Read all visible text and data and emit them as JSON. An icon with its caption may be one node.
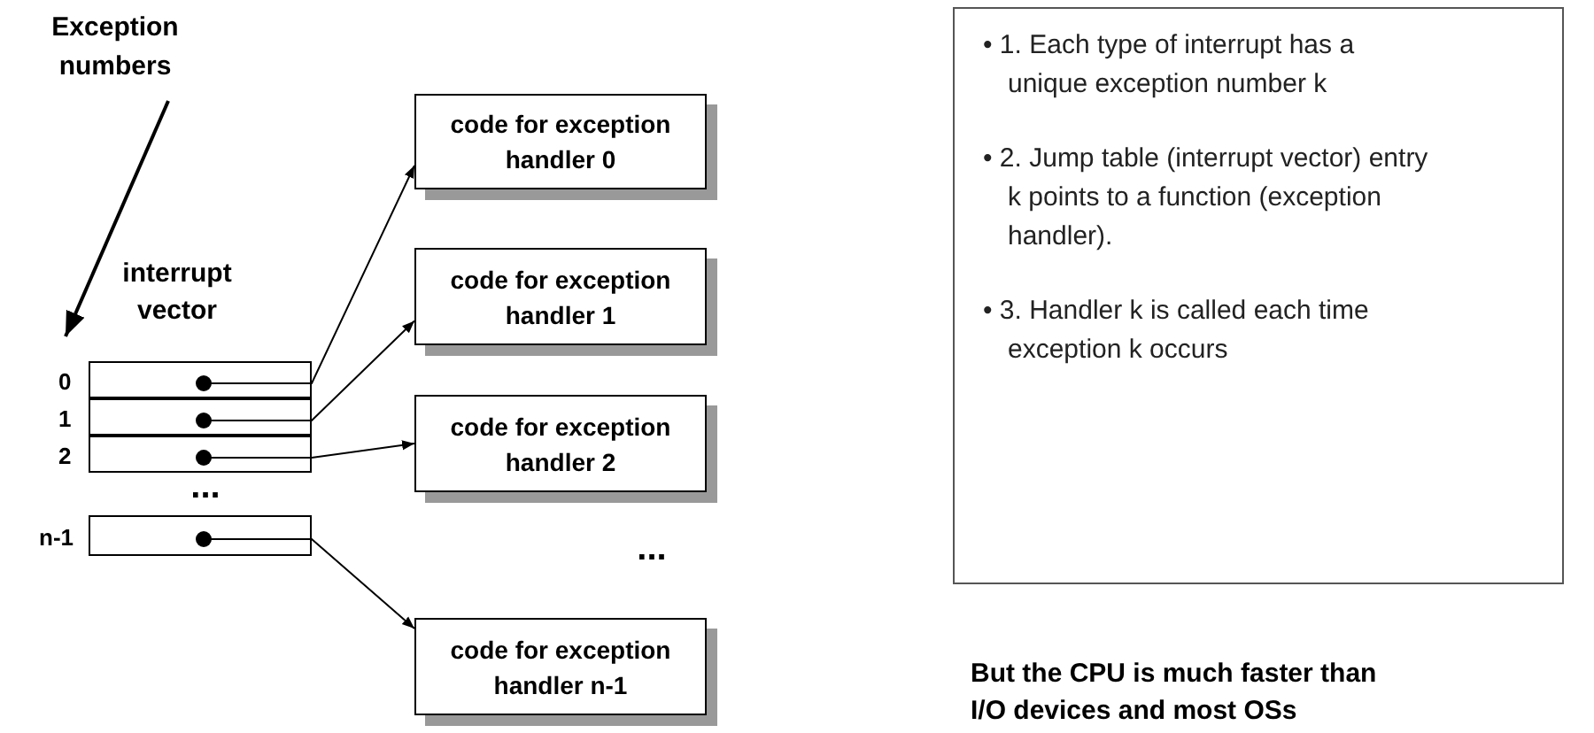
{
  "diagram": {
    "nodes": [
      {
        "text": [
          "Exception numbers"
        ]
      },
      {
        "text": [],
        "shape": "box",
        "beside": [
          "0"
        ]
      },
      {
        "text": [],
        "shape": "box",
        "beside": [
          "1"
        ]
      },
      {
        "text": [],
        "shape": "box",
        "beside": [
          "2"
        ]
      },
      {
        "text": [],
        "shape": "box",
        "beside": [
          "n-1"
        ]
      },
      {
        "text": [
          "code for exception handler 0"
        ]
      },
      {
        "text": [
          "code for exception handler 1"
        ]
      },
      {
        "text": [
          "code for exception handler 2"
        ]
      },
      {
        "text": [
          "code for exception handler n-1"
        ]
      },
      {
        "text": [
          "• 1. Each type of interrupt has a unique exception number k",
          "• 2. Jump table (interrupt vector) entry k points to a function (exception handler).",
          "• 3. Handler k is called each time exception k occurs"
        ]
      }
    ],
    "edges": [
      {
        "from": 0,
        "to": 1,
        "arrow": "to"
      },
      {
        "from": 1,
        "to": 5,
        "arrow": "to"
      },
      {
        "from": 2,
        "to": 6,
        "arrow": "to"
      },
      {
        "from": 3,
        "to": 7,
        "arrow": "to"
      },
      {
        "from": 4,
        "to": 8,
        "arrow": "to"
      }
    ],
    "labels": [
      "interrupt vector",
      "...",
      "...",
      "But the CPU is much faster than I/O devices and most OSs"
    ]
  }
}
